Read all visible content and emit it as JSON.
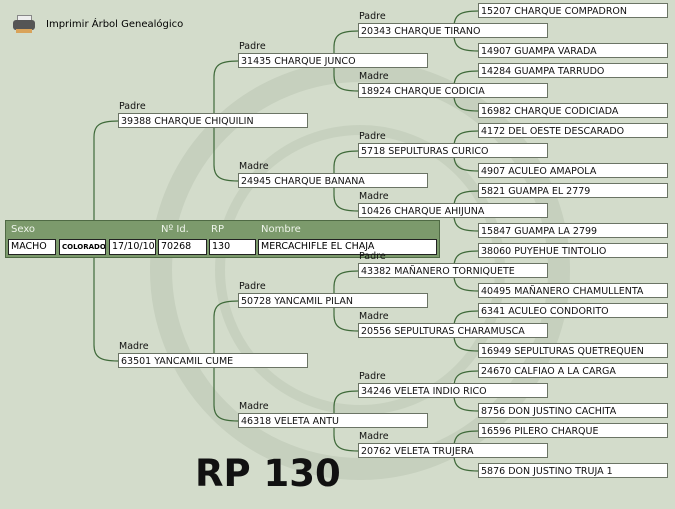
{
  "header": {
    "print_label": "Imprimir Árbol Genealógico"
  },
  "subject": {
    "labels": {
      "sexo": "Sexo",
      "id": "Nº Id.",
      "rp": "RP",
      "nombre": "Nombre"
    },
    "sexo": "MACHO",
    "color": "COLORADO",
    "fecha": "17/10/10",
    "id": "70268",
    "rp": "130",
    "nombre": "MERCACHIFLE EL CHAJA"
  },
  "labels": {
    "padre": "Padre",
    "madre": "Madre"
  },
  "gen1": [
    "39388 CHARQUE CHIQUILIN",
    "63501 YANCAMIL CUME"
  ],
  "gen2": [
    "31435 CHARQUE JUNCO",
    "24945 CHARQUE BANANA",
    "50728 YANCAMIL PILAN",
    "46318 VELETA ANTU"
  ],
  "gen3": [
    "20343 CHARQUE TIRANO",
    "18924 CHARQUE CODICIA",
    "5718 SEPULTURAS CURICO",
    "10426 CHARQUE AHIJUNA",
    "43382 MAÑANERO TORNIQUETE",
    "20556 SEPULTURAS CHARAMUSCA",
    "34246 VELETA INDIO RICO",
    "20762 VELETA TRUJERA"
  ],
  "gen4": [
    "15207 CHARQUE COMPADRON",
    "14907 GUAMPA VARADA",
    "14284 GUAMPA TARRUDO",
    "16982 CHARQUE CODICIADA",
    "4172 DEL OESTE DESCARADO",
    "4907 ACULEO AMAPOLA",
    "5821 GUAMPA EL 2779",
    "15847 GUAMPA LA 2799",
    "38060 PUYEHUE TINTOLIO",
    "40495 MAÑANERO CHAMULLENTA",
    "6341 ACULEO CONDORITO",
    "16949 SEPULTURAS QUETREQUEN",
    "24670 CALFIAO A LA CARGA",
    "8756 DON JUSTINO CACHITA",
    "16596 PILERO CHARQUE",
    "5876 DON JUSTINO TRUJA 1"
  ],
  "footer": {
    "rp_title": "RP 130"
  },
  "colors": {
    "background": "#d3dccb",
    "panel": "#7c9a6c",
    "line": "#3f6a3a"
  }
}
